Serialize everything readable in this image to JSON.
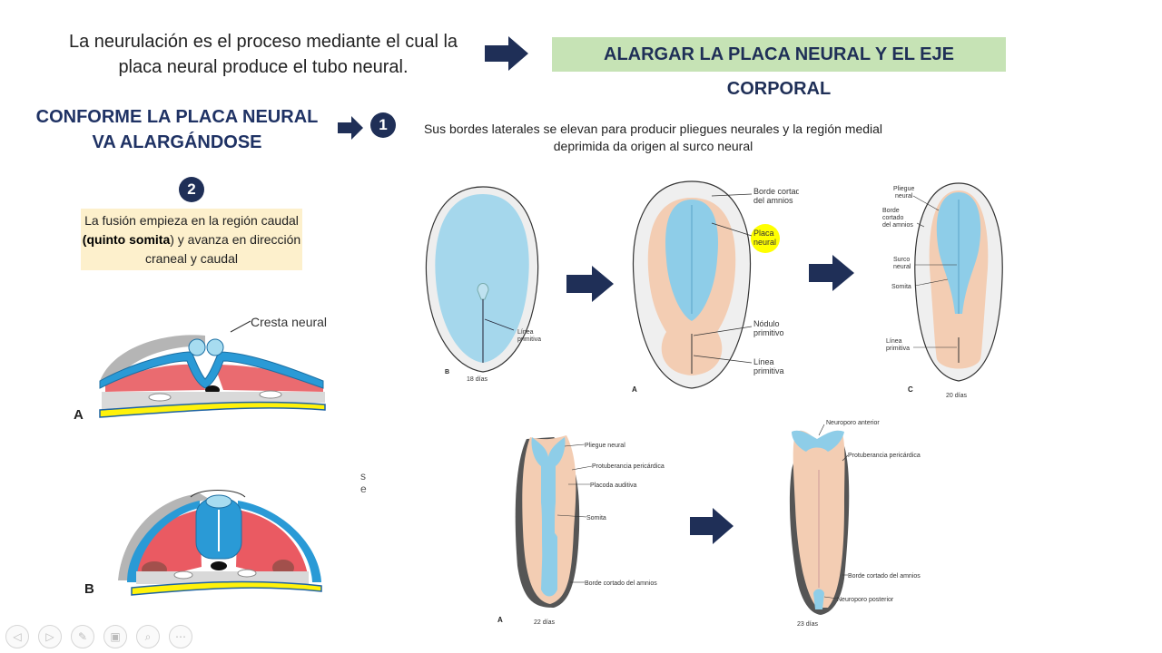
{
  "slide": {
    "intro_line1": "La neurulación es el proceso mediante el cual la",
    "intro_line2": "placa neural produce el tubo neural.",
    "banner": "ALARGAR LA PLACA NEURAL Y EL EJE CORPORAL",
    "heading_line1": "CONFORME LA PLACA NEURAL",
    "heading_line2": "VA ALARGÁNDOSE",
    "step1_number": "1",
    "step1_line1": "Sus bordes laterales se elevan para producir pliegues neurales y la región medial",
    "step1_line2": "deprimida da origen al surco neural",
    "step2_number": "2",
    "step2_pre": "La fusión empieza en la región caudal ",
    "step2_bold": "(quinto somita",
    "step2_post": ") y avanza en dirección craneal y caudal",
    "stray_chars": "s\ne"
  },
  "figures": {
    "cross_section": {
      "cresta": "Cresta neural",
      "label_a": "A",
      "label_b": "B"
    },
    "embryo_18": {
      "letter": "B",
      "days": "18 días",
      "linea_1": "Línea",
      "linea_2": "primitiva"
    },
    "embryo_19": {
      "letter": "A",
      "borde_1": "Borde cortado",
      "borde_2": "del amnios",
      "placa_1": "Placa",
      "placa_2": "neural",
      "nodulo_1": "Nódulo",
      "nodulo_2": "primitivo",
      "linea_1": "Línea",
      "linea_2": "primitiva"
    },
    "embryo_20": {
      "letter": "C",
      "days": "20 días",
      "pliegue_1": "Pliegue",
      "pliegue_2": "neural",
      "borde_1": "Borde",
      "borde_2": "cortado",
      "borde_3": "del amnios",
      "surco_1": "Surco",
      "surco_2": "neural",
      "somita": "Somita",
      "linea_1": "Línea",
      "linea_2": "primitiva"
    },
    "embryo_22": {
      "letter": "A",
      "days": "22 días",
      "pliegue": "Pliegue neural",
      "protuberancia": "Protuberancia pericárdica",
      "placoda": "Placoda auditiva",
      "somita": "Somita",
      "borde": "Borde cortado del amnios"
    },
    "embryo_23": {
      "days": "23 días",
      "neuroporo_ant": "Neuroporo anterior",
      "protuberancia": "Protuberancia pericárdica",
      "borde": "Borde cortado del amnios",
      "neuroporo_post": "Neuroporo posterior"
    }
  },
  "toolbar": {
    "buttons": [
      "prev-icon",
      "next-icon",
      "pen-icon",
      "slides-icon",
      "zoom-icon",
      "more-icon"
    ]
  },
  "colors": {
    "navy": "#1f2f57",
    "banner_bg": "#c6e3b5",
    "note_bg": "#fdf0cc",
    "neural_blue": "#9fd3ea",
    "tissue_peach": "#f3cdb3",
    "mesoderm_red": "#ea5a62",
    "highlight_yellow": "#ffff00"
  }
}
